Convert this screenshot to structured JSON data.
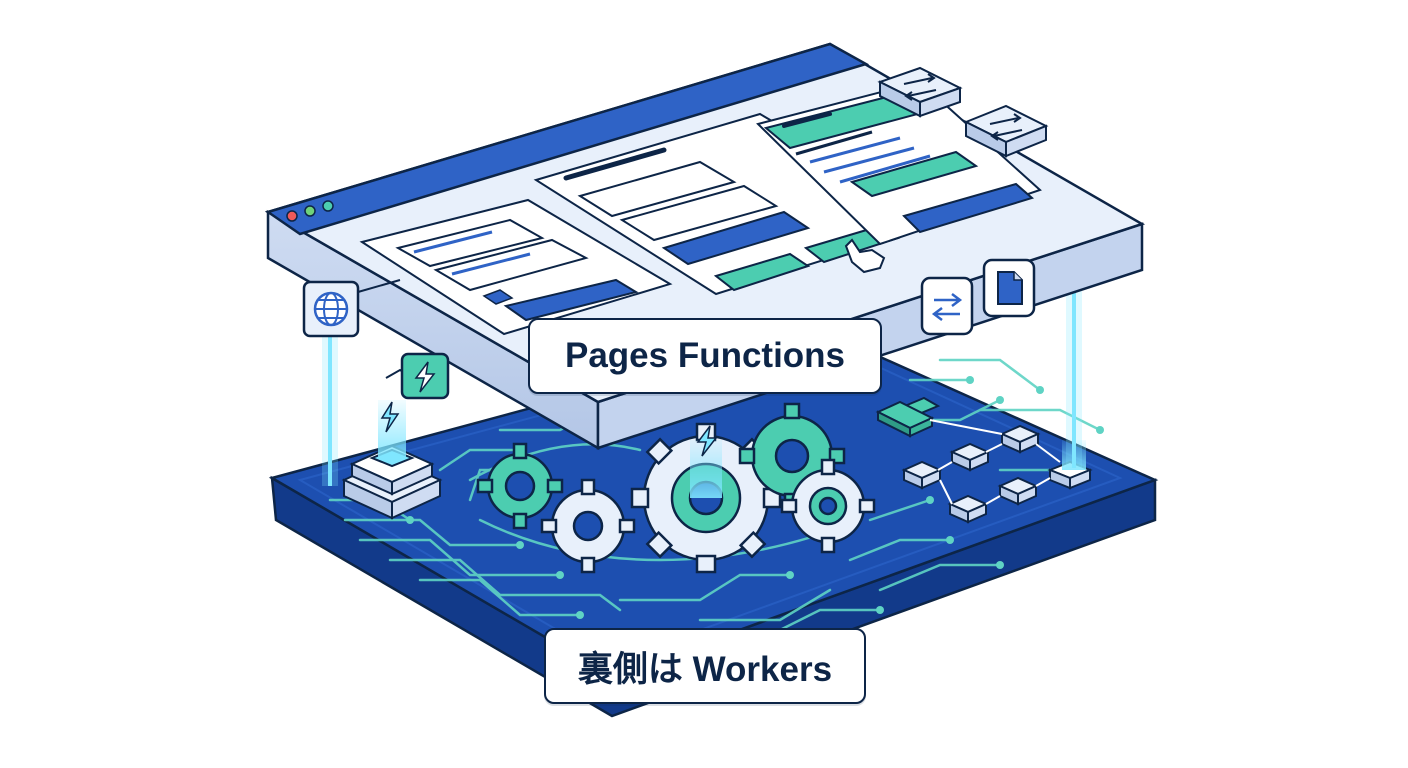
{
  "labels": {
    "top": "Pages Functions",
    "bottom": "裏側は Workers"
  },
  "icons": {
    "browser_dots": [
      "red-dot",
      "green-dot",
      "teal-dot"
    ],
    "globe": "globe-icon",
    "bolt": "lightning-icon",
    "swap": "swap-arrows-icon",
    "file": "document-icon",
    "gear": "gear-icon",
    "server": "server-stack-icon",
    "cursor": "hand-cursor-icon"
  },
  "colors": {
    "outline": "#0d2547",
    "board_blue": "#1d4fb0",
    "board_edge": "#123a8a",
    "panel_fill": "#e8f0fb",
    "panel_edge": "#b9cbe8",
    "accent_teal": "#4ccdb0",
    "accent_blue": "#2f63c6",
    "circuit": "#5fd3c4",
    "white": "#ffffff"
  }
}
